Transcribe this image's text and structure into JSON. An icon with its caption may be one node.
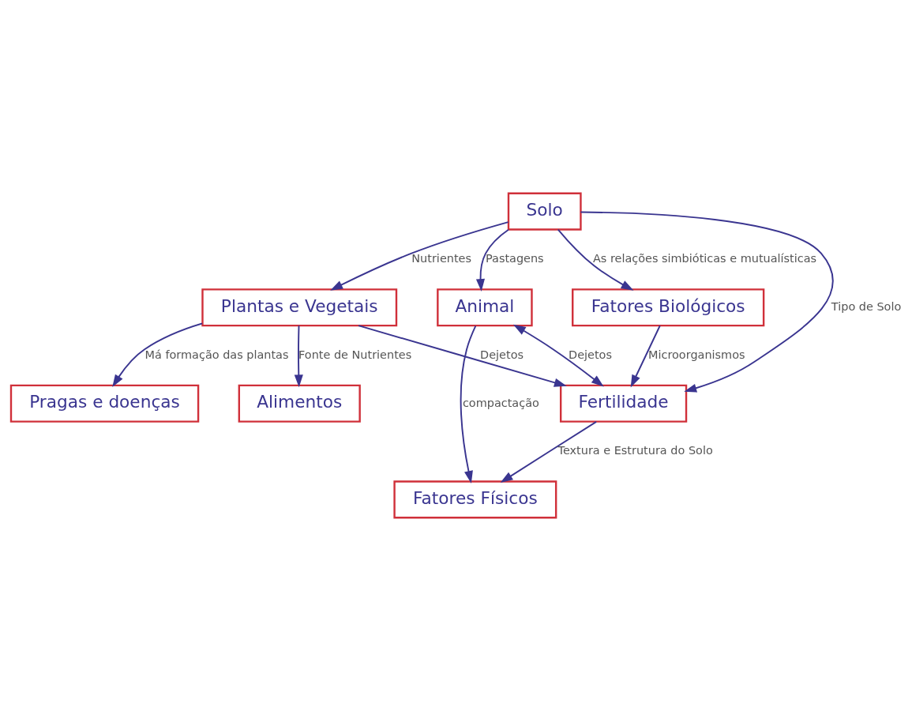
{
  "diagram": {
    "nodes": [
      {
        "text": [
          "Alimentos"
        ]
      },
      {
        "text": [
          "Pragas e doenças"
        ]
      },
      {
        "text": [
          "Plantas e Vegetais"
        ]
      },
      {
        "text": [
          "Solo"
        ]
      },
      {
        "text": [
          "Animal"
        ]
      },
      {
        "text": [
          "Fertilidade"
        ]
      },
      {
        "text": [
          "Fatores Físicos"
        ]
      },
      {
        "text": [
          "Fatores Biológicos"
        ]
      }
    ],
    "edges": [
      {
        "from": 2,
        "to": 0,
        "arrow": "to",
        "label": "Fonte de Nutrientes"
      },
      {
        "from": 2,
        "to": 1,
        "arrow": "to",
        "label": "Má formação das plantas"
      },
      {
        "from": 2,
        "to": 5,
        "arrow": "to",
        "label": "Dejetos"
      },
      {
        "from": 4,
        "to": 5,
        "arrow": "both",
        "label": "Dejetos"
      },
      {
        "from": 3,
        "to": 2,
        "arrow": "to",
        "label": "Nutrientes"
      },
      {
        "from": 3,
        "to": 4,
        "arrow": "to",
        "label": "Pastagens"
      },
      {
        "from": 3,
        "to": 5,
        "arrow": "to",
        "label": "Tipo de Solo"
      },
      {
        "from": 3,
        "to": 7,
        "arrow": "to",
        "label": "As relações simbióticas e mutualísticas"
      },
      {
        "from": 7,
        "to": 5,
        "arrow": "to",
        "label": "Microorganismos"
      },
      {
        "from": 4,
        "to": 6,
        "arrow": "to",
        "label": "compactação"
      },
      {
        "from": 5,
        "to": 6,
        "arrow": "to",
        "label": "Textura e Estrutura do Solo"
      }
    ]
  }
}
